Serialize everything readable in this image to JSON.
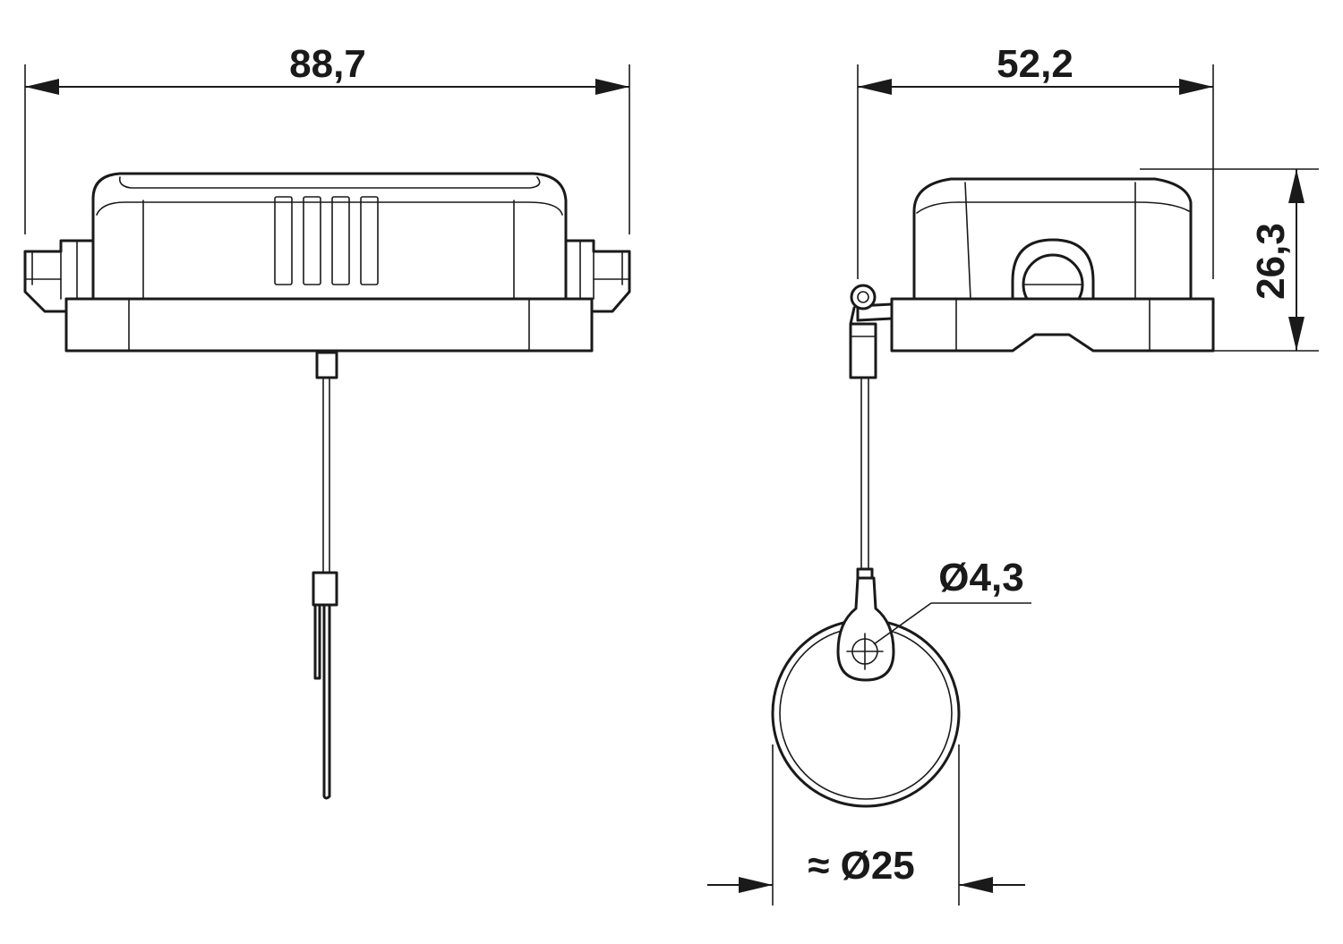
{
  "dimensions": {
    "front_width": "88,7",
    "side_width": "52,2",
    "side_height": "26,3",
    "ring_hole": "Ø4,3",
    "disk_diameter": "≈ Ø25"
  },
  "colors": {
    "line": "#1a1a1a",
    "background": "#ffffff"
  }
}
